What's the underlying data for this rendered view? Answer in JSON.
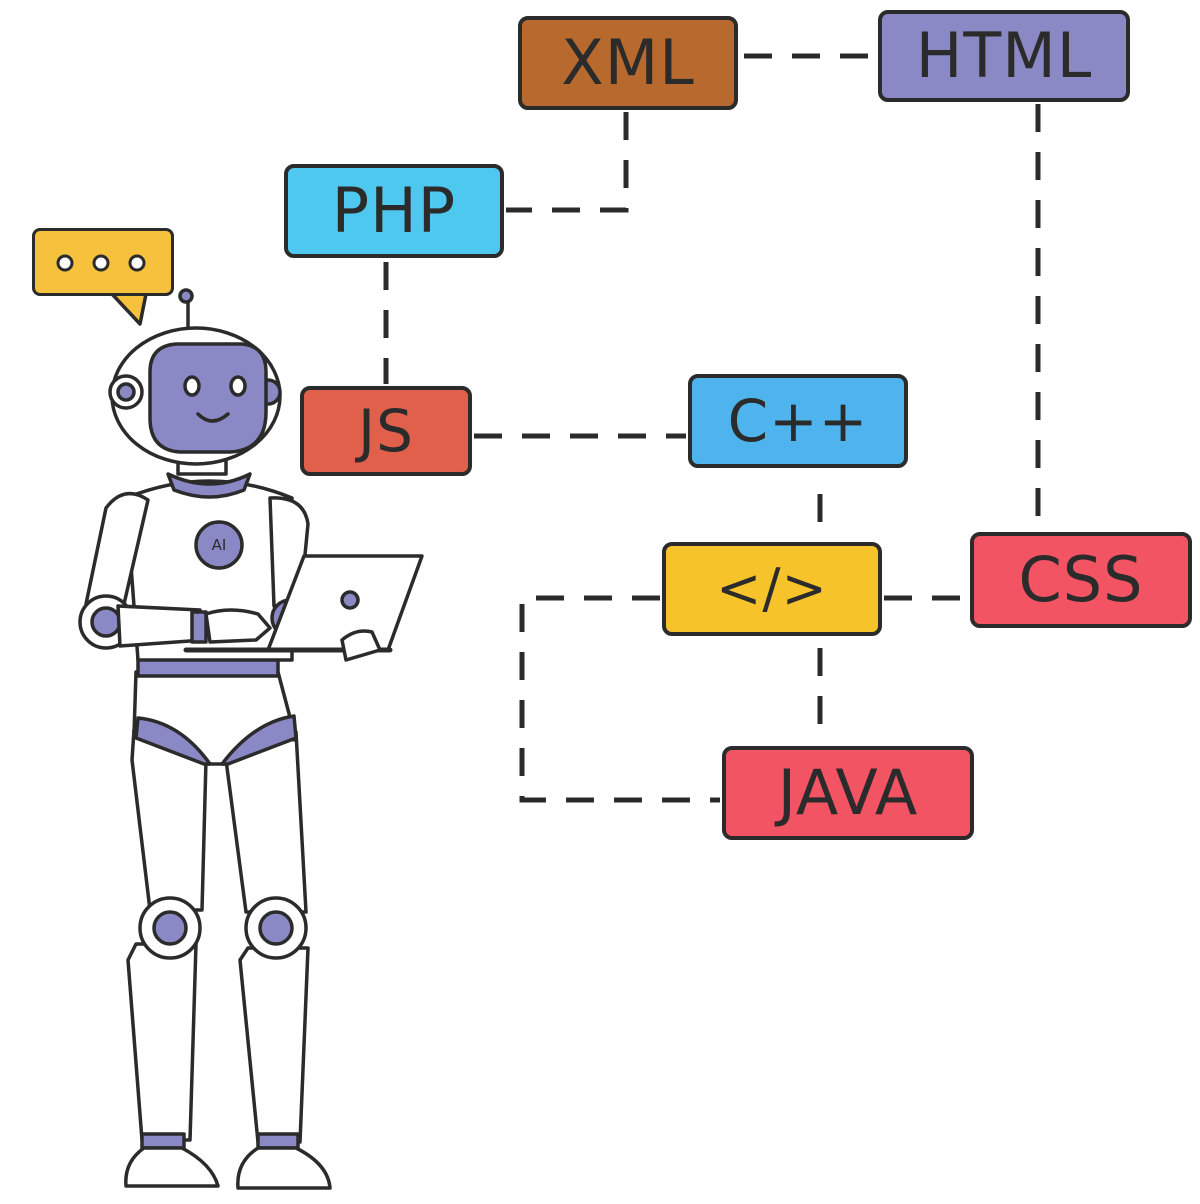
{
  "diagram": {
    "nodes": [
      {
        "id": "xml",
        "label": "XML",
        "color": "#b86a2e"
      },
      {
        "id": "html",
        "label": "HTML",
        "color": "#8b88c6"
      },
      {
        "id": "php",
        "label": "PHP",
        "color": "#4fc8ef"
      },
      {
        "id": "js",
        "label": "JS",
        "color": "#e1604b"
      },
      {
        "id": "cpp",
        "label": "C++",
        "color": "#4fb4ed"
      },
      {
        "id": "code",
        "label": "</>",
        "color": "#f6c32a"
      },
      {
        "id": "css",
        "label": "CSS",
        "color": "#f25463"
      },
      {
        "id": "java",
        "label": "JAVA",
        "color": "#f25463"
      }
    ],
    "edges": [
      [
        "xml",
        "html"
      ],
      [
        "xml",
        "php"
      ],
      [
        "php",
        "js"
      ],
      [
        "js",
        "cpp"
      ],
      [
        "html",
        "css"
      ],
      [
        "cpp",
        "code"
      ],
      [
        "code",
        "css"
      ],
      [
        "code",
        "java"
      ],
      [
        "code",
        "java-loop"
      ]
    ]
  },
  "robot": {
    "chest_badge": "AI",
    "accent_color": "#8b88c6",
    "speech_bubble_color": "#f6c23e",
    "speech_bubble_icon": "ellipsis-icon"
  }
}
